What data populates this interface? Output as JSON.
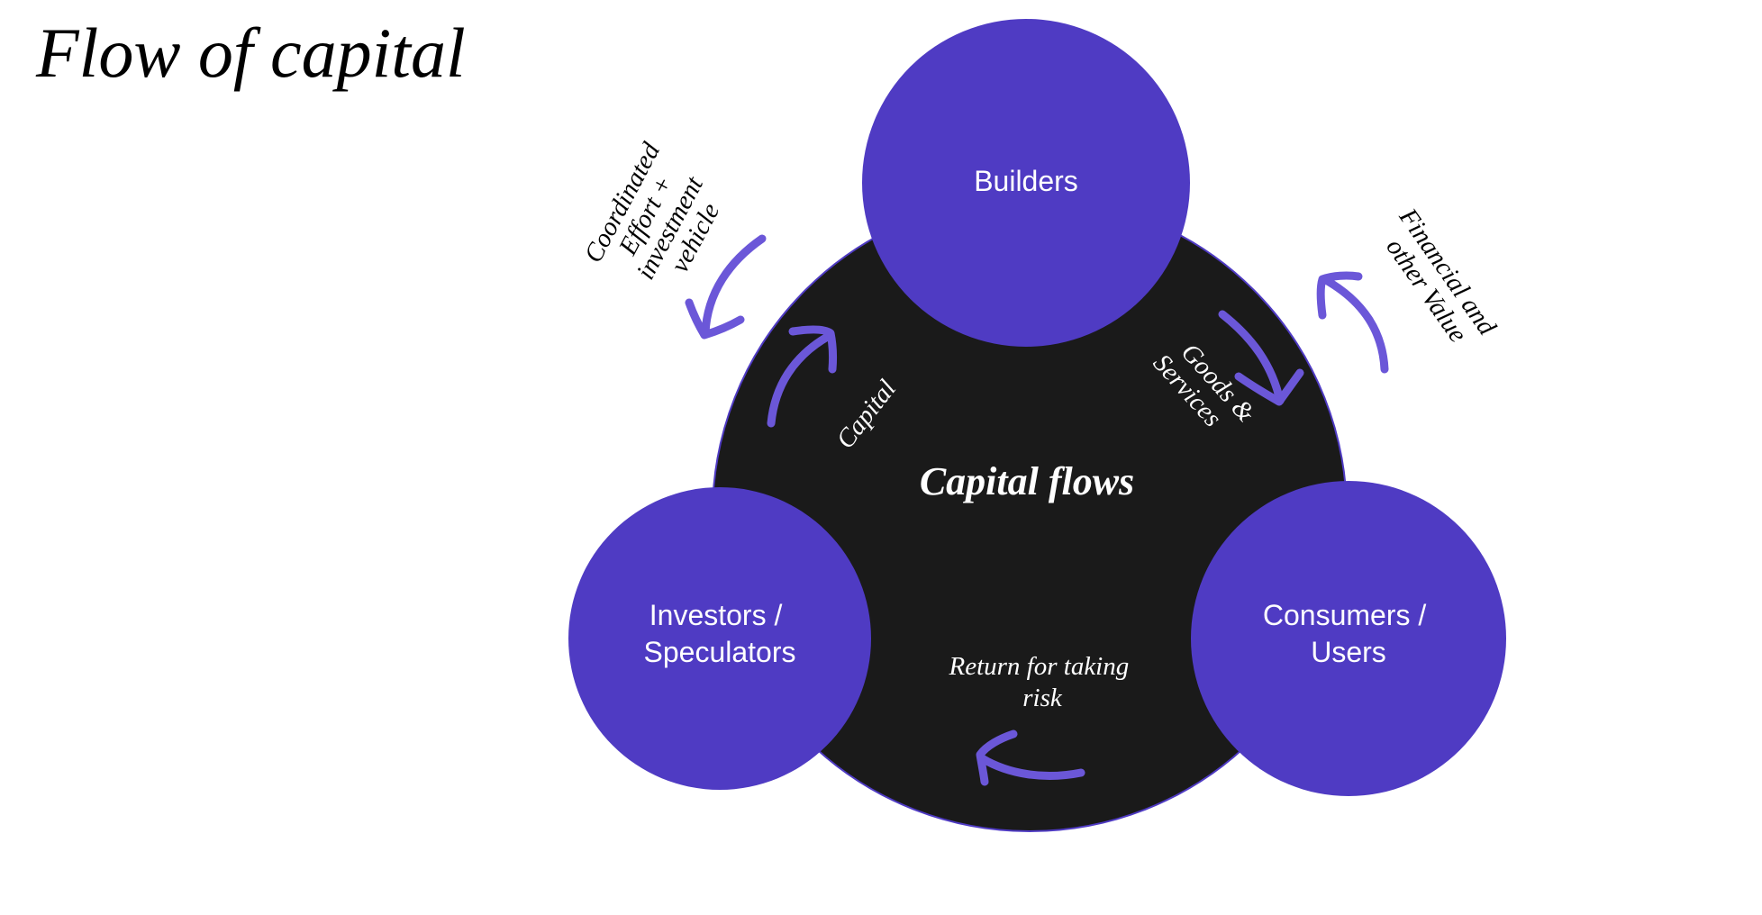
{
  "title": "Flow of capital",
  "colors": {
    "node_fill": "#4f3bc3",
    "hub_fill": "#1a1a1a",
    "arrow": "#6b57d8",
    "hub_outline": "#4f3bc3"
  },
  "hub": {
    "label": "Capital flows"
  },
  "nodes": {
    "builders": {
      "label_lines": [
        "Builders"
      ]
    },
    "investors": {
      "label_lines": [
        "Investors /",
        "Speculators"
      ]
    },
    "consumers": {
      "label_lines": [
        "Consumers /",
        "Users"
      ]
    }
  },
  "flows": {
    "capital": {
      "lines": [
        "Capital"
      ],
      "from": "Investors / Speculators",
      "to": "Builders"
    },
    "goods_services": {
      "lines": [
        "Goods &",
        "Services"
      ],
      "from": "Builders",
      "to": "Consumers / Users"
    },
    "financial_value": {
      "lines": [
        "Financial and",
        "other Value"
      ],
      "from": "Consumers / Users",
      "to": "Builders"
    },
    "coordinated_effort": {
      "lines": [
        "Coordinated",
        "Effort +",
        "investment",
        "vehicle"
      ],
      "from": "Builders",
      "to": "Investors / Speculators"
    },
    "return_for_risk": {
      "lines": [
        "Return for taking",
        "risk"
      ],
      "from": "Consumers / Users",
      "to": "Investors / Speculators"
    }
  }
}
